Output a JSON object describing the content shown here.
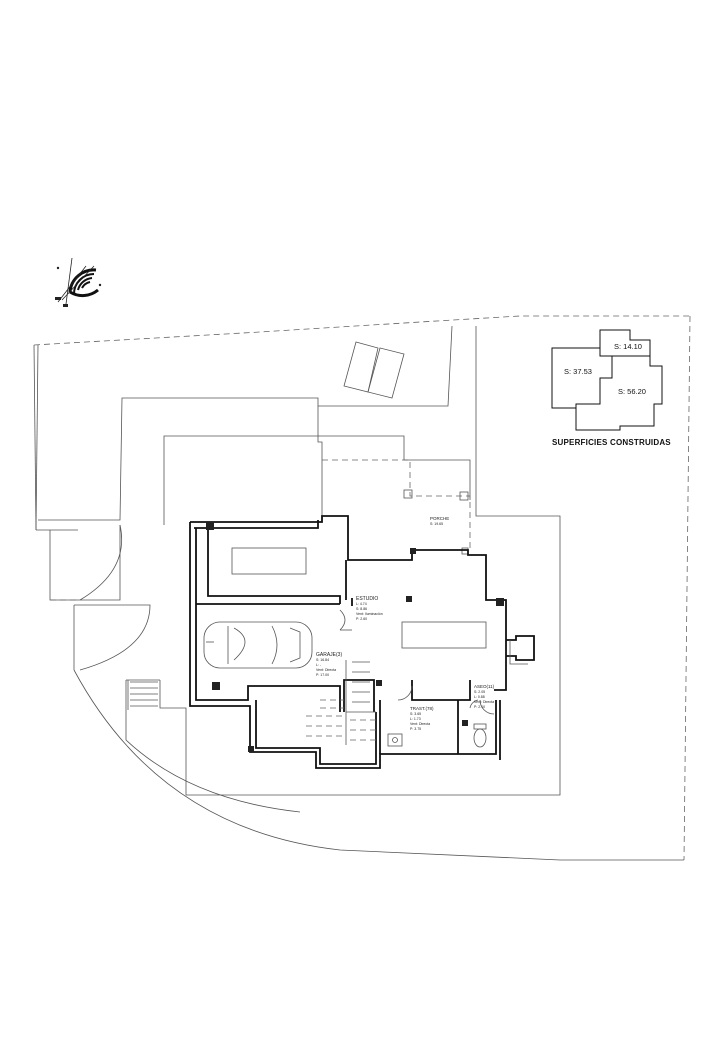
{
  "key": {
    "title": "SUPERFICIES CONSTRUIDAS",
    "areas": [
      {
        "label": "S: 14.10"
      },
      {
        "label": "S: 37.53"
      },
      {
        "label": "S: 56.20"
      }
    ]
  },
  "rooms": {
    "porche": {
      "name": "PORCHE",
      "detail": "S: 19.65"
    },
    "estudio": {
      "name": "ESTUDIO",
      "lines": [
        "L: 4.74",
        "S: 8.86",
        "Vent: Iluminación",
        "P: 2.60"
      ]
    },
    "garaje": {
      "name": "GARAJE(3)",
      "lines": [
        "S: 16.84",
        "L: -",
        "Vent: Directa",
        "P: 17.00"
      ]
    },
    "trastero": {
      "name": "TRAST.(78)",
      "lines": [
        "S: 3.65",
        "L: 1.73",
        "Vent: Directa",
        "P: 3.75"
      ]
    },
    "aseo": {
      "name": "ASEO(11)",
      "lines": [
        "S: 2.05",
        "L: 0.88",
        "Vent: Directa",
        "P: 2.10"
      ]
    }
  },
  "colors": {
    "line": "#555555",
    "wall": "#111111"
  },
  "icons": [
    "north-arrow-icon",
    "car-icon",
    "toilet-icon",
    "sink-icon"
  ]
}
